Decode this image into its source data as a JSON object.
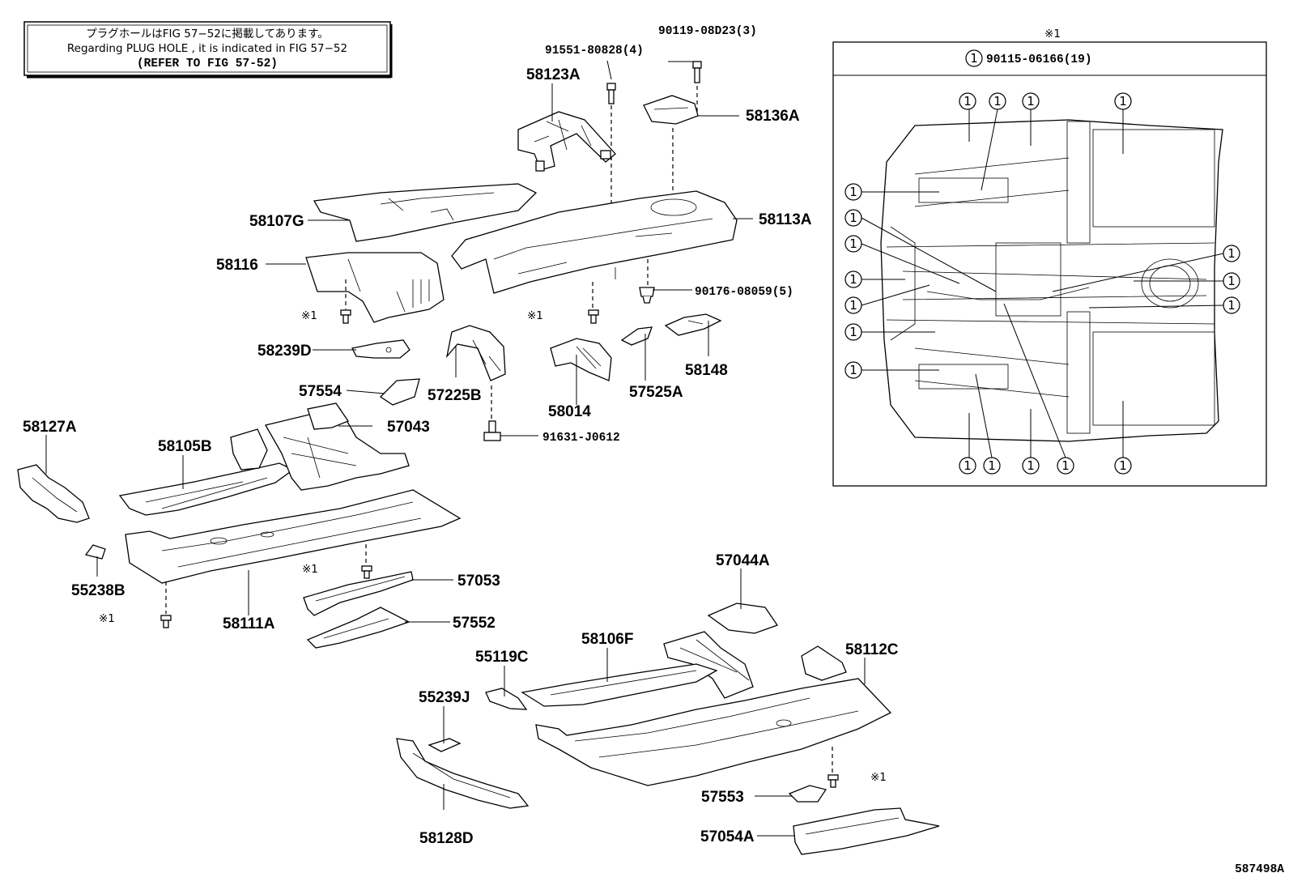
{
  "note": {
    "line1": "プラグホールはFIG 57−52に掲載してあります。",
    "line2": "Regarding PLUG HOLE , it is indicated in FIG 57−52",
    "line3": "(REFER TO FIG 57-52)"
  },
  "parts": {
    "p90119": "90119-08D23(3)",
    "p91551": "91551-80828(4)",
    "p58123A": "58123A",
    "p58136A": "58136A",
    "p58107G": "58107G",
    "p58113A": "58113A",
    "p58116": "58116",
    "p90176": "90176-08059(5)",
    "p58239D": "58239D",
    "p57554": "57554",
    "p57225B": "57225B",
    "p58014": "58014",
    "p57525A": "57525A",
    "p58148": "58148",
    "p58127A": "58127A",
    "p58105B": "58105B",
    "p57043": "57043",
    "p91631": "91631-J0612",
    "p55238B": "55238B",
    "p58111A": "58111A",
    "p57053": "57053",
    "p57552": "57552",
    "p57044A": "57044A",
    "p58106F": "58106F",
    "p55119C": "55119C",
    "p58112C": "58112C",
    "p55239J": "55239J",
    "p57553": "57553",
    "p57054A": "57054A",
    "p58128D": "58128D"
  },
  "marks": {
    "ref1": "※1"
  },
  "inset": {
    "header_mark": "※1",
    "callout_num": "1",
    "callout_part": "90115-06166(19)"
  },
  "figure_id": "587498A"
}
